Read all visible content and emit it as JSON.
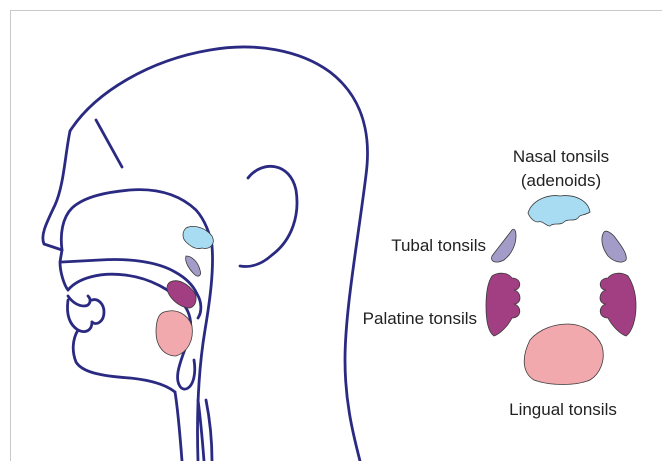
{
  "labels": {
    "nasal_line1": "Nasal tonsils",
    "nasal_line2": "(adenoids)",
    "tubal": "Tubal tonsils",
    "palatine": "Palatine tonsils",
    "lingual": "Lingual tonsils"
  },
  "colors": {
    "outline": "#2b2a82",
    "nasal": "#a8dcf3",
    "tubal": "#a49cc8",
    "palatine": "#a23e82",
    "lingual": "#f2a9ae"
  }
}
